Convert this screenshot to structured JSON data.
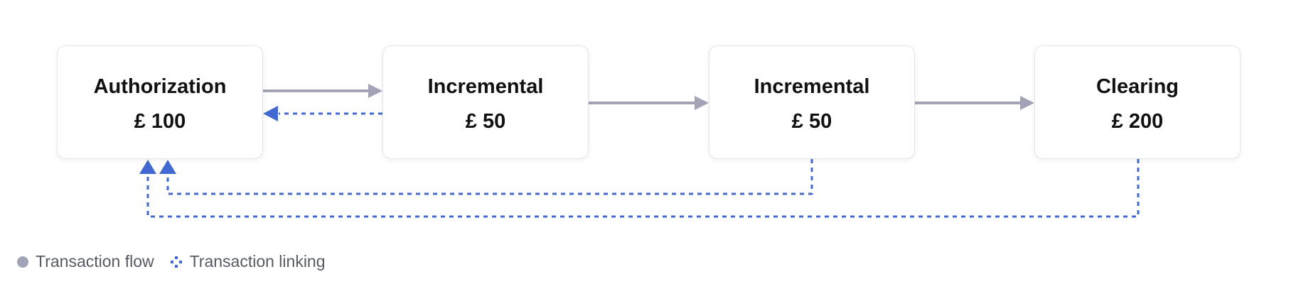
{
  "nodes": [
    {
      "title": "Authorization",
      "amount": "£ 100"
    },
    {
      "title": "Incremental",
      "amount": "£ 50"
    },
    {
      "title": "Incremental",
      "amount": "£ 50"
    },
    {
      "title": "Clearing",
      "amount": "£ 200"
    }
  ],
  "legend": {
    "flow_label": "Transaction flow",
    "linking_label": "Transaction linking"
  },
  "colors": {
    "flow_arrow": "#a3a3b8",
    "link_arrow": "#4169d1",
    "node_border": "#e4e4e7",
    "text": "#111111"
  },
  "icons": {
    "flow": "flow-dot-icon",
    "linking": "linking-dotted-icon"
  }
}
